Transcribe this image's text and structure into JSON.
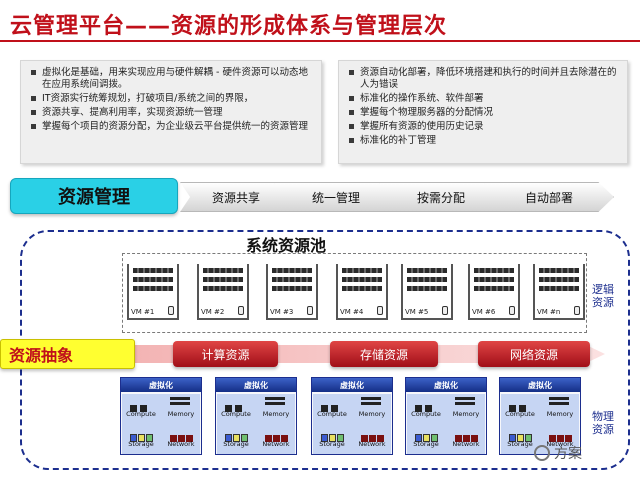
{
  "title": "云管理平台——资源的形成体系与管理层次",
  "left_bullets": [
    "虚拟化是基础，用来实现应用与硬件解耦 - 硬件资源可以动态地在应用系统间调拨。",
    "IT资源实行统筹规划，打破项目/系统之间的界限，",
    "资源共享、提高利用率，实现资源统一管理",
    "掌握每个项目的资源分配，为企业级云平台提供统一的资源管理"
  ],
  "right_bullets": [
    "资源自动化部署，降低环境搭建和执行的时间并且去除潜在的人为错误",
    "标准化的操作系统、软件部署",
    "掌握每个物理服务器的分配情况",
    "掌握所有资源的使用历史记录",
    "标准化的补丁管理"
  ],
  "process": {
    "main": "资源管理",
    "steps": [
      "资源共享",
      "统一管理",
      "按需分配",
      "自动部署"
    ]
  },
  "pool_title": "系统资源池",
  "vms": [
    "VM #1",
    "VM #2",
    "VM #3",
    "VM #4",
    "VM #5",
    "VM #6",
    "VM #n"
  ],
  "logic_label": "逻辑\n资源",
  "physical_label": "物理\n资源",
  "abstraction_label": "资源抽象",
  "resources": [
    "计算资源",
    "存储资源",
    "网络资源"
  ],
  "phys_box": {
    "head": "虚拟化",
    "compute": "Compute",
    "memory": "Memory",
    "storage": "Storage",
    "network": "Network"
  },
  "phys_count": 5,
  "watermark": "方案",
  "colors": {
    "title": "#c0101a",
    "main_pill": "#2ad0e6",
    "abstraction_pill": "#ffff30",
    "resource_pill": "#c0101a",
    "pool_border": "#1c2e8e"
  }
}
